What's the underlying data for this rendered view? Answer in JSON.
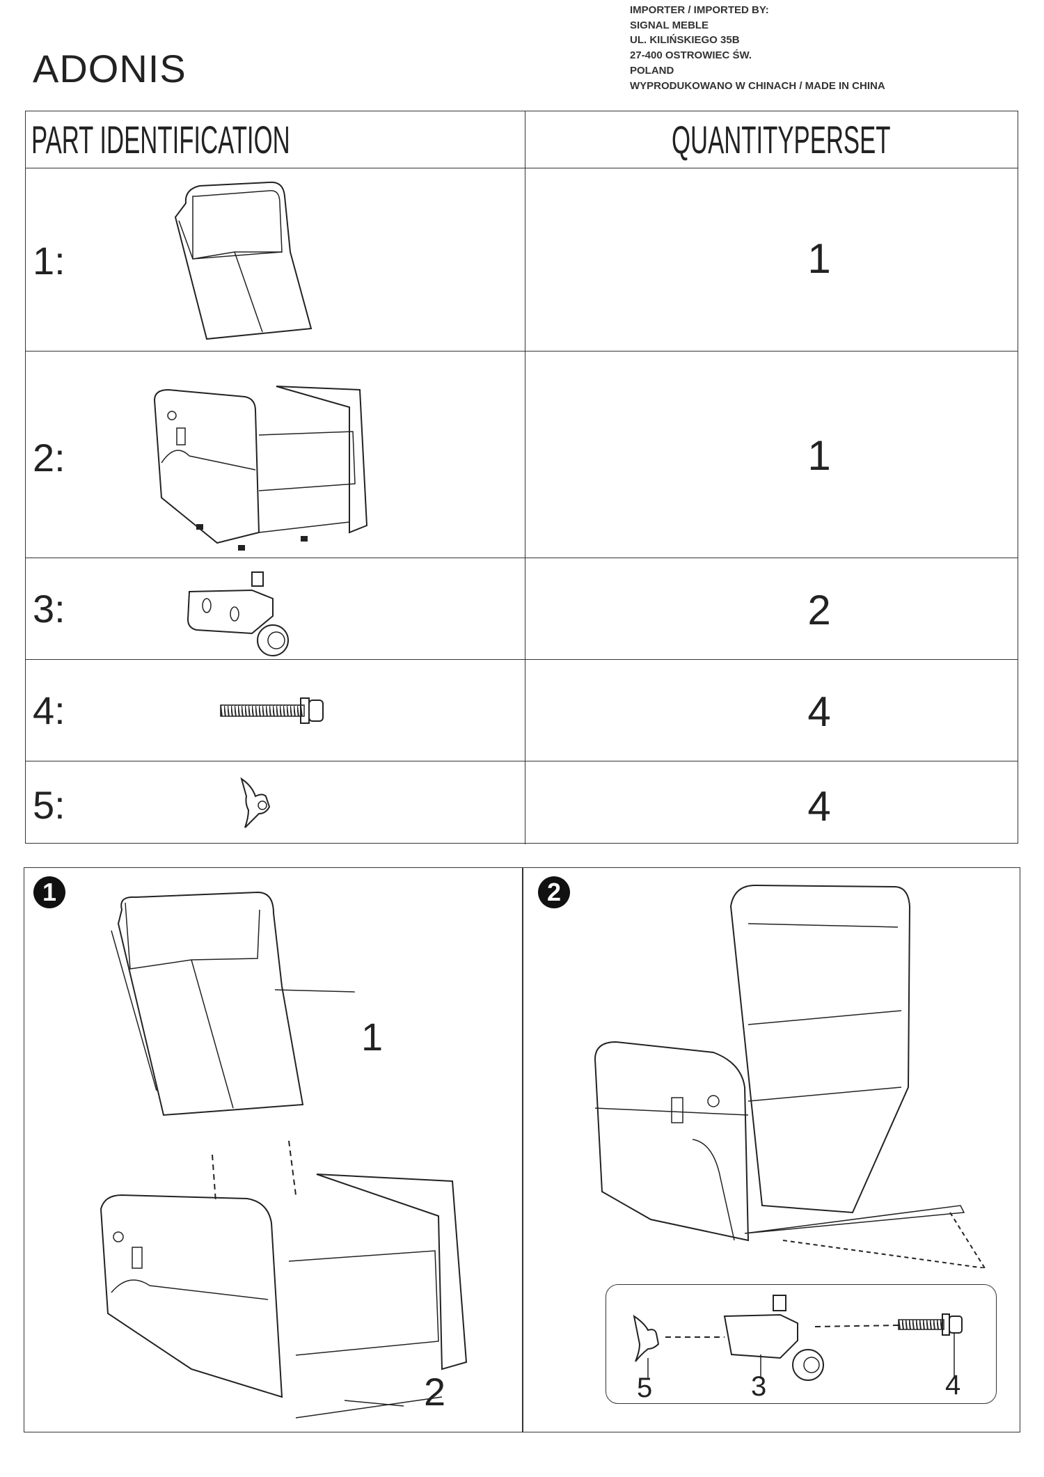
{
  "title": "ADONIS",
  "importer": [
    "IMPORTER / IMPORTED BY:",
    "SIGNAL MEBLE",
    "UL. KILIŃSKIEGO 35B",
    "27-400 OSTROWIEC ŚW.",
    "POLAND",
    "WYPRODUKOWANO W CHINACH / MADE IN CHINA"
  ],
  "table": {
    "header_left": "PART IDENTIFICATION",
    "header_right": "QUANTITYPERSET",
    "rows": [
      {
        "label": "1:",
        "part": "backrest",
        "qty": "1"
      },
      {
        "label": "2:",
        "part": "chair-body",
        "qty": "1"
      },
      {
        "label": "3:",
        "part": "caster-wheel",
        "qty": "2"
      },
      {
        "label": "4:",
        "part": "bolt",
        "qty": "4"
      },
      {
        "label": "5:",
        "part": "wing-nut",
        "qty": "4"
      }
    ]
  },
  "steps": [
    {
      "number": "1",
      "callouts": [
        "1",
        "2"
      ]
    },
    {
      "number": "2",
      "callouts": [
        "5",
        "3",
        "4"
      ]
    }
  ]
}
